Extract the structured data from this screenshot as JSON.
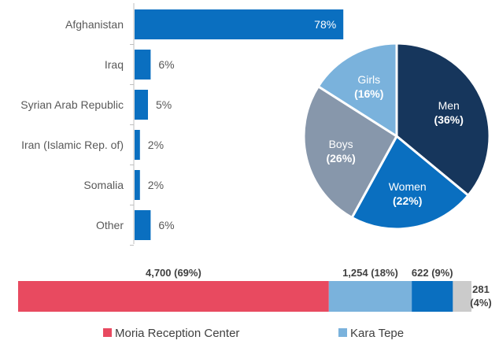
{
  "chart_data": [
    {
      "type": "bar",
      "orientation": "horizontal",
      "categories": [
        "Afghanistan",
        "Iraq",
        "Syrian Arab Republic",
        "Iran (Islamic Rep. of)",
        "Somalia",
        "Other"
      ],
      "values": [
        78,
        6,
        5,
        2,
        2,
        6
      ],
      "data_labels": [
        "78%",
        "6%",
        "5%",
        "2%",
        "2%",
        "6%"
      ],
      "xlim": [
        0,
        100
      ],
      "grid": false,
      "color": "#0a6fc0"
    },
    {
      "type": "pie",
      "slices": [
        {
          "label": "Men",
          "pct_label": "(36%)",
          "value": 36,
          "color": "#16365c"
        },
        {
          "label": "Women",
          "pct_label": "(22%)",
          "value": 22,
          "color": "#0a6fc0"
        },
        {
          "label": "Boys",
          "pct_label": "(26%)",
          "value": 26,
          "color": "#8797ab"
        },
        {
          "label": "Girls",
          "pct_label": "(16%)",
          "value": 16,
          "color": "#7ab2dc"
        }
      ]
    },
    {
      "type": "bar",
      "orientation": "stacked-horizontal",
      "segments": [
        {
          "name": "Moria Reception Center",
          "value": 4700,
          "label": "4,700  (69%)",
          "color": "#e84a60"
        },
        {
          "name": "Kara Tepe",
          "value": 1254,
          "label": "1,254  (18%)",
          "color": "#7ab2dc"
        },
        {
          "name": "",
          "value": 622,
          "label": "622  (9%)",
          "color": "#0a6fc0"
        },
        {
          "name": "",
          "value": 281,
          "label_line1": "281",
          "label_line2": "(4%)",
          "color": "#cbcbcb"
        }
      ],
      "legend": {
        "placement": "bottom",
        "items": [
          {
            "name": "Moria Reception Center",
            "color": "#e84a60"
          },
          {
            "name": "Kara Tepe",
            "color": "#7ab2dc"
          }
        ]
      }
    }
  ]
}
